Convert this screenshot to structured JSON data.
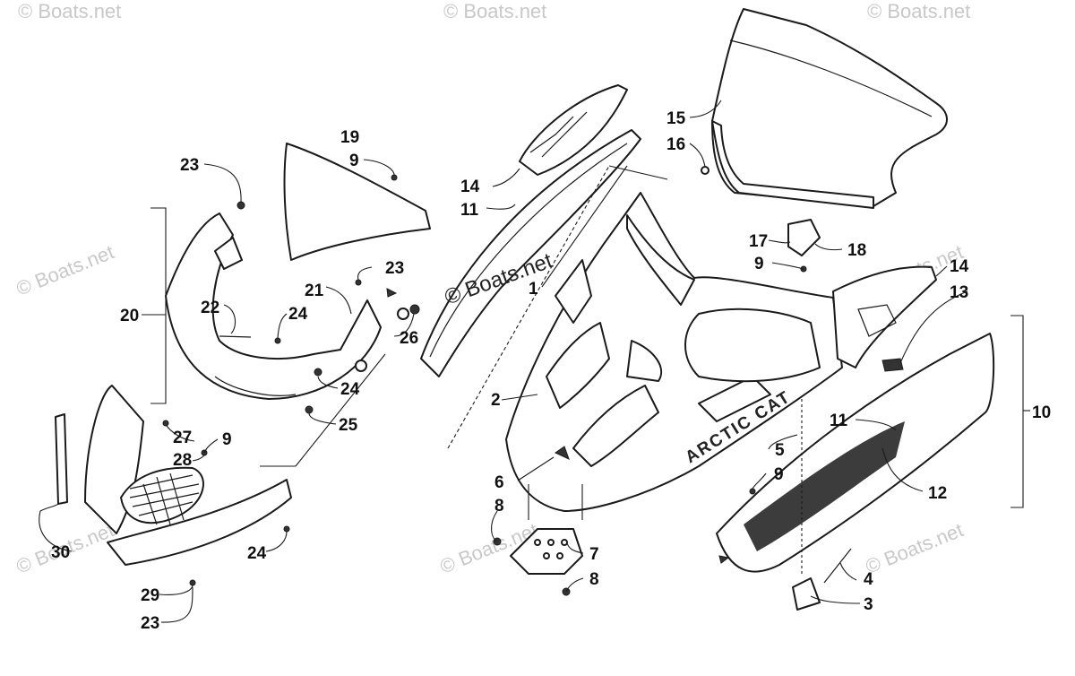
{
  "watermark": {
    "text": "© Boats.net",
    "main_text": "© Boats.net"
  },
  "decal": {
    "brand": "ARCTIC CAT"
  },
  "callouts": {
    "c1": "1",
    "c2": "2",
    "c3": "3",
    "c4": "4",
    "c5": "5",
    "c6": "6",
    "c7": "7",
    "c8a": "8",
    "c8b": "8",
    "c9a": "9",
    "c9b": "9",
    "c9c": "9",
    "c9d": "9",
    "c10": "10",
    "c11a": "11",
    "c11b": "11",
    "c12": "12",
    "c13": "13",
    "c14a": "14",
    "c14b": "14",
    "c15": "15",
    "c16": "16",
    "c17": "17",
    "c18": "18",
    "c19": "19",
    "c20": "20",
    "c21": "21",
    "c22": "22",
    "c23a": "23",
    "c23b": "23",
    "c23c": "23",
    "c24a": "24",
    "c24b": "24",
    "c24c": "24",
    "c25": "25",
    "c26": "26",
    "c27": "27",
    "c28": "28",
    "c29": "29",
    "c30": "30"
  }
}
